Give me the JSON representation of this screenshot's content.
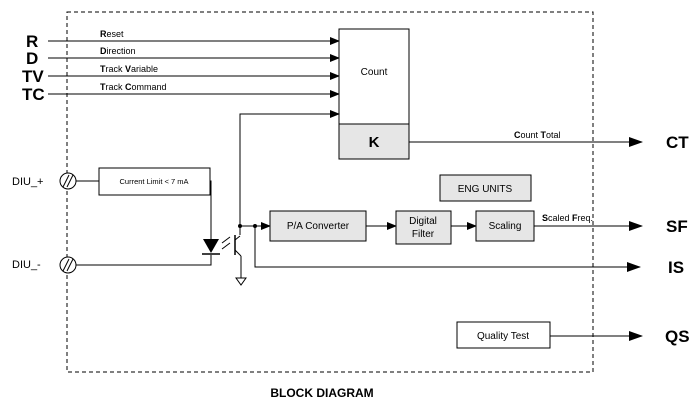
{
  "caption": "BLOCK DIAGRAM",
  "inputs": {
    "reset": {
      "tag": "R",
      "label_init": "R",
      "label_rest": "eset"
    },
    "direction": {
      "tag": "D",
      "label_init": "D",
      "label_rest": "irection"
    },
    "track_variable": {
      "tag": "TV",
      "init1": "T",
      "rest1": "rack ",
      "init2": "V",
      "rest2": "ariable"
    },
    "track_command": {
      "tag": "TC",
      "init1": "T",
      "rest1": "rack ",
      "init2": "C",
      "rest2": "ommand"
    }
  },
  "terminals": {
    "plus": "DIU_+",
    "minus": "DIU_-"
  },
  "blocks": {
    "count": "Count",
    "k": "K",
    "current_limit": "Current Limit < 7 mA",
    "pa_converter": "P/A Converter",
    "digital_filter_line1": "Digital",
    "digital_filter_line2": "Filter",
    "scaling": "Scaling",
    "eng_units": "ENG UNITS",
    "quality_test": "Quality Test"
  },
  "outputs": {
    "count_total": {
      "tag": "CT",
      "init1": "C",
      "rest1": "ount ",
      "init2": "T",
      "rest2": "otal"
    },
    "scaled_freq": {
      "tag": "SF",
      "init1": "S",
      "rest1": "caled ",
      "init2": "F",
      "rest2": "req."
    },
    "is": {
      "tag": "IS"
    },
    "qs": {
      "tag": "QS"
    }
  }
}
